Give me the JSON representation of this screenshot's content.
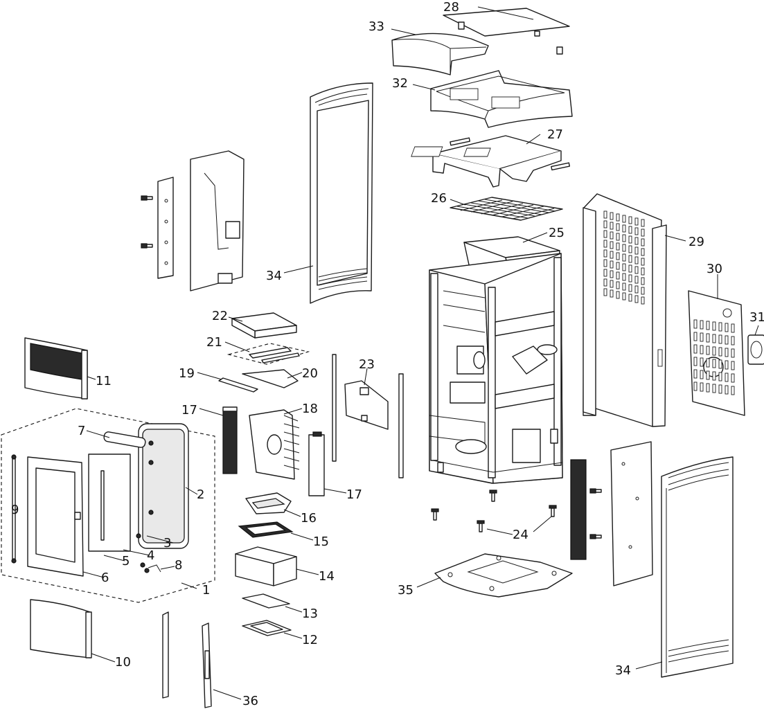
{
  "parts": [
    {
      "key": "p1",
      "number": "1"
    },
    {
      "key": "p2",
      "number": "2"
    },
    {
      "key": "p3",
      "number": "3"
    },
    {
      "key": "p4",
      "number": "4"
    },
    {
      "key": "p5",
      "number": "5"
    },
    {
      "key": "p6",
      "number": "6"
    },
    {
      "key": "p7",
      "number": "7"
    },
    {
      "key": "p8",
      "number": "8"
    },
    {
      "key": "p9",
      "number": "9"
    },
    {
      "key": "p10",
      "number": "10"
    },
    {
      "key": "p11",
      "number": "11"
    },
    {
      "key": "p12",
      "number": "12"
    },
    {
      "key": "p13",
      "number": "13"
    },
    {
      "key": "p14",
      "number": "14"
    },
    {
      "key": "p15",
      "number": "15"
    },
    {
      "key": "p16",
      "number": "16"
    },
    {
      "key": "p17a",
      "number": "17"
    },
    {
      "key": "p17b",
      "number": "17"
    },
    {
      "key": "p18",
      "number": "18"
    },
    {
      "key": "p19",
      "number": "19"
    },
    {
      "key": "p20",
      "number": "20"
    },
    {
      "key": "p21",
      "number": "21"
    },
    {
      "key": "p22",
      "number": "22"
    },
    {
      "key": "p23",
      "number": "23"
    },
    {
      "key": "p24",
      "number": "24"
    },
    {
      "key": "p25",
      "number": "25"
    },
    {
      "key": "p26",
      "number": "26"
    },
    {
      "key": "p27",
      "number": "27"
    },
    {
      "key": "p28",
      "number": "28"
    },
    {
      "key": "p29",
      "number": "29"
    },
    {
      "key": "p30",
      "number": "30"
    },
    {
      "key": "p31",
      "number": "31"
    },
    {
      "key": "p32",
      "number": "32"
    },
    {
      "key": "p33",
      "number": "33"
    },
    {
      "key": "p34a",
      "number": "34"
    },
    {
      "key": "p34b",
      "number": "34"
    },
    {
      "key": "p35",
      "number": "35"
    },
    {
      "key": "p36",
      "number": "36"
    }
  ]
}
